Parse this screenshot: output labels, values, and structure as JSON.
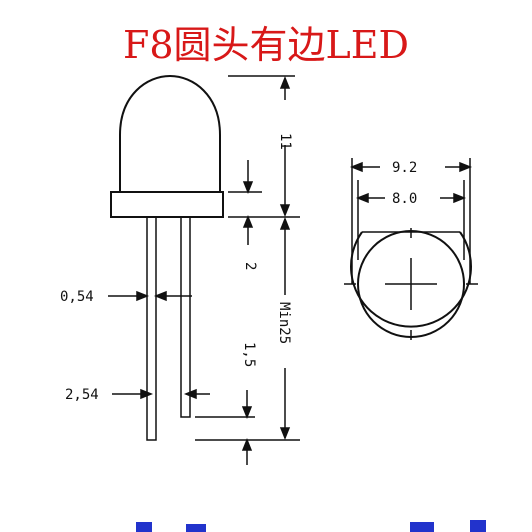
{
  "title": "F8圆头有边LED",
  "dimensions": {
    "body_height": "11",
    "flange_height": "2",
    "lead_length": "Min25",
    "lead_width": "0,54",
    "lead_pitch": "2,54",
    "lead_offset": "1,5",
    "flange_diameter": "9.2",
    "body_diameter": "8.0"
  },
  "colors": {
    "title": "#d81818",
    "line": "#111111",
    "footer": "#2233cc"
  }
}
